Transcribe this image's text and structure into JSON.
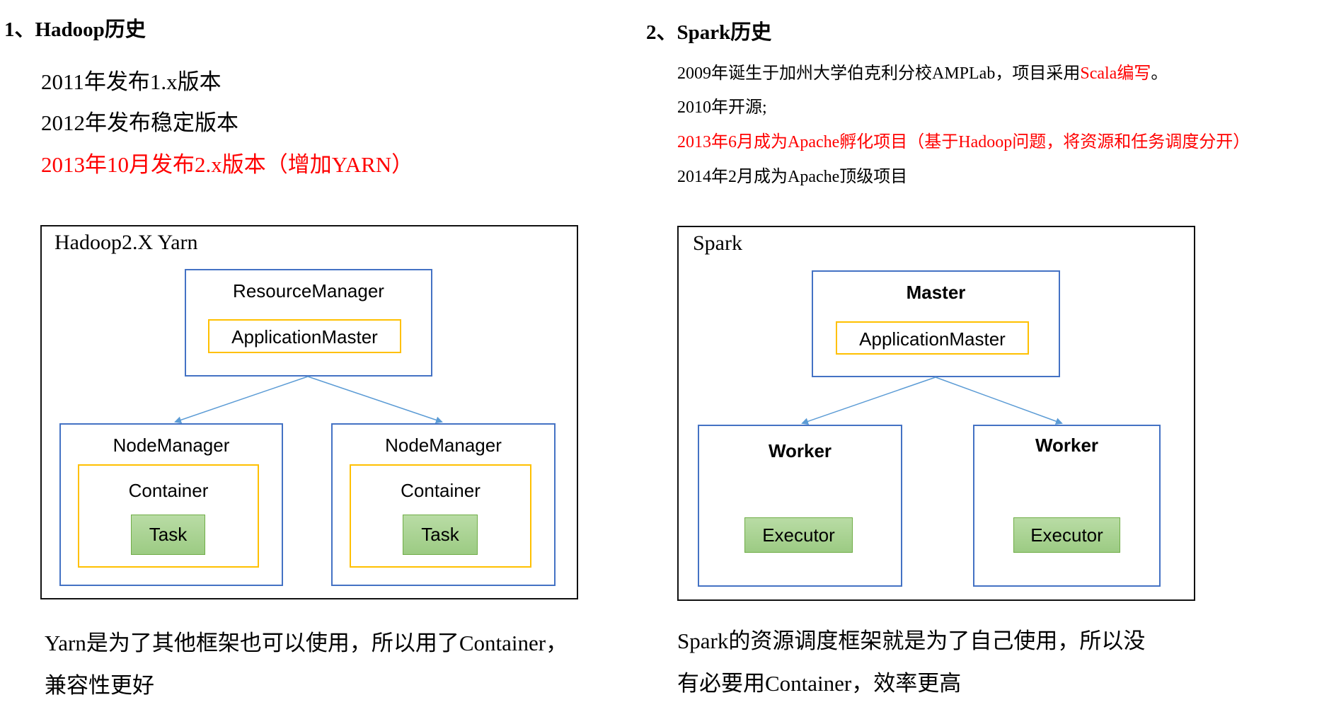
{
  "left": {
    "heading": "1、Hadoop历史",
    "lines": [
      {
        "text": "2011年发布1.x版本",
        "highlight": false
      },
      {
        "text": "2012年发布稳定版本",
        "highlight": false
      },
      {
        "text": "2013年10月发布2.x版本（增加YARN）",
        "highlight": true
      }
    ],
    "diagram": {
      "title": "Hadoop2.X Yarn",
      "top": {
        "label": "ResourceManager",
        "inner": "ApplicationMaster"
      },
      "nodes": [
        {
          "label": "NodeManager",
          "container": "Container",
          "task": "Task"
        },
        {
          "label": "NodeManager",
          "container": "Container",
          "task": "Task"
        }
      ]
    },
    "note": [
      "Yarn是为了其他框架也可以使用，所以用了Container，",
      "兼容性更好"
    ]
  },
  "right": {
    "heading": "2、Spark历史",
    "lines": [
      {
        "parts": [
          {
            "text": "2009年诞生于加州大学伯克利分校AMPLab，项目采用",
            "highlight": false
          },
          {
            "text": "Scala编写",
            "highlight": true
          },
          {
            "text": "。",
            "highlight": false
          }
        ]
      },
      {
        "parts": [
          {
            "text": "2010年开源;",
            "highlight": false
          }
        ]
      },
      {
        "parts": [
          {
            "text": "2013年6月成为Apache孵化项目（基于Hadoop问题，将资源和任务调度分开）",
            "highlight": true
          }
        ]
      },
      {
        "parts": [
          {
            "text": "2014年2月成为Apache顶级项目",
            "highlight": false
          }
        ]
      }
    ],
    "diagram": {
      "title": "Spark",
      "top": {
        "label": "Master",
        "inner": "ApplicationMaster"
      },
      "nodes": [
        {
          "label": "Worker",
          "executor": "Executor"
        },
        {
          "label": "Worker",
          "executor": "Executor"
        }
      ]
    },
    "note": [
      "Spark的资源调度框架就是为了自己使用，所以没",
      "有必要用Container，效率更高"
    ]
  },
  "colors": {
    "highlight": "#ff0000",
    "box_blue": "#4472c4",
    "box_gold": "#ffc000",
    "task_green": "#a9d18e",
    "arrow": "#5b9bd5"
  }
}
